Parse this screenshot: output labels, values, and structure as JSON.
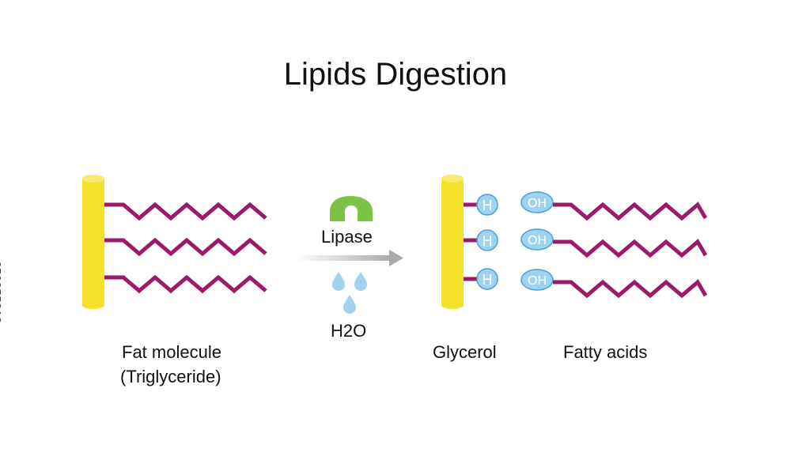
{
  "title": "Lipids Digestion",
  "labels": {
    "fat_line1": "Fat molecule",
    "fat_line2": "(Triglyceride)",
    "enzyme": "Lipase",
    "water": "H2O",
    "glycerol": "Glycerol",
    "fatty_acids": "Fatty acids"
  },
  "groups": {
    "hydrogen": [
      "H",
      "H",
      "H"
    ],
    "hydroxyl": [
      "OH",
      "OH",
      "OH"
    ]
  },
  "stock_id": "650255813",
  "colors": {
    "glycerol_backbone": "#f5e12a",
    "fatty_acid_chain": "#9b1b6a",
    "enzyme": "#7cc245",
    "droplet": "#9fd3ef",
    "group_fill": "#9fd3ef",
    "group_stroke": "#4a9fd6",
    "arrow": "#a9a9a9"
  }
}
